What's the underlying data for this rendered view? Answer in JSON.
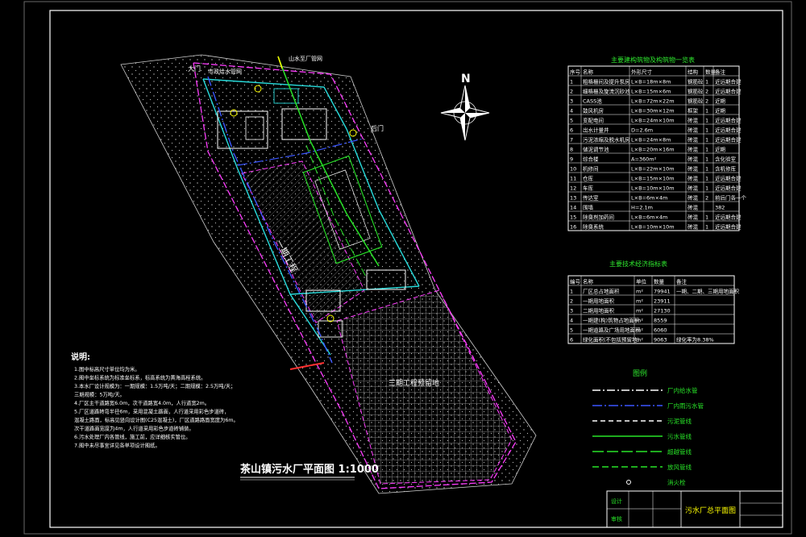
{
  "drawing": {
    "title": "茶山镇污水厂平面图 1:1000",
    "north_label": "N",
    "site_labels": {
      "gate_main": "大门",
      "gate_back": "后门",
      "inlet": "山水至厂管网",
      "municipal": "市政给水管网",
      "phase1": "一期工程",
      "phase3": "三期工程预留地"
    }
  },
  "structures_table": {
    "title": "主要建构筑物及构筑物一览表",
    "headers": [
      "序号",
      "名称",
      "外形尺寸",
      "结构",
      "数量",
      "备注"
    ],
    "rows": [
      [
        "1",
        "粗格栅间及提升泵房",
        "L×B=18m×8m",
        "钢筋砼",
        "1",
        "近远期合建"
      ],
      [
        "2",
        "细格栅及旋流沉砂池",
        "L×B=15m×6m",
        "钢筋砼",
        "2",
        "近远期合建"
      ],
      [
        "3",
        "CASS池",
        "L×B=72m×22m",
        "钢筋砼",
        "2",
        "近期"
      ],
      [
        "4",
        "鼓风机房",
        "L×B=30m×12m",
        "框架",
        "1",
        "近期"
      ],
      [
        "5",
        "变配电间",
        "L×B=24m×10m",
        "砖混",
        "1",
        "近远期合建"
      ],
      [
        "6",
        "出水计量井",
        "D=2.6m",
        "砖混",
        "1",
        "近远期合建"
      ],
      [
        "7",
        "污泥浓缩及脱水机房",
        "L×B=24m×8m",
        "砖混",
        "1",
        "近远期合建"
      ],
      [
        "8",
        "储泥调节池",
        "L×B=20m×16m",
        "砖混",
        "1",
        "近期"
      ],
      [
        "9",
        "综合楼",
        "A=360m²",
        "砖混",
        "1",
        "含化验室"
      ],
      [
        "10",
        "机修间",
        "L×B=22m×10m",
        "砖混",
        "1",
        "含机修库"
      ],
      [
        "11",
        "仓库",
        "L×B=15m×10m",
        "砖混",
        "1",
        "近远期合建"
      ],
      [
        "12",
        "车库",
        "L×B=10m×10m",
        "砖混",
        "1",
        "近远期合建"
      ],
      [
        "13",
        "传达室",
        "L×B=6m×4m",
        "砖混",
        "2",
        "前后门各一个"
      ],
      [
        "14",
        "围墙",
        "H=2.1m",
        "砖混",
        "",
        "382"
      ],
      [
        "15",
        "除臭剂加药间",
        "L×B=6m×4m",
        "砖混",
        "1",
        "近远期合建"
      ],
      [
        "16",
        "除臭系统",
        "L×B=10m×10m",
        "砖混",
        "1",
        "近远期合建"
      ]
    ]
  },
  "indicators_table": {
    "title": "主要技术经济指标表",
    "headers": [
      "编号",
      "名称",
      "单位",
      "数量",
      "备注"
    ],
    "rows": [
      [
        "1",
        "厂区总占地面积",
        "m²",
        "79941",
        "一期、二期、三期用地面积"
      ],
      [
        "2",
        "一期用地面积",
        "m²",
        "23911",
        ""
      ],
      [
        "3",
        "二期用地面积",
        "m²",
        "27130",
        ""
      ],
      [
        "4",
        "一期建(构)筑物占地面积",
        "m²",
        "8559",
        ""
      ],
      [
        "5",
        "一期道路及广场用地面积",
        "m²",
        "6060",
        ""
      ],
      [
        "6",
        "绿化面积(不包括预留地)",
        "m²",
        "9063",
        "绿化率为8.38%"
      ]
    ]
  },
  "legend": {
    "title": "图例",
    "items": [
      {
        "label": "厂内给水管",
        "color": "#ffffff",
        "dash": "10,3,2,3"
      },
      {
        "label": "厂内雨污水管",
        "color": "#3a56ff",
        "dash": "12,3,2,3"
      },
      {
        "label": "污泥管线",
        "color": "#ffffff",
        "dash": "6,4"
      },
      {
        "label": "污水管线",
        "color": "#28e428",
        "dash": "none"
      },
      {
        "label": "超越管线",
        "color": "#28e428",
        "dash": "14,4"
      },
      {
        "label": "放风管线",
        "color": "#28e428",
        "dash": "8,4,8,4"
      },
      {
        "label": "消火栓",
        "color": "#ffffff",
        "dash": "symbol"
      }
    ]
  },
  "notes": {
    "title": "说明:",
    "lines": [
      "1.图中标高尺寸单位均为米。",
      "2.图中坐标系统为标准坐标系，标高系统为黄海高程系统。",
      "3.本水厂设计规模为：一期规模：1.5万吨/天；二期规模：2.5万吨/天；",
      "   三期规模：5万吨/天。",
      "4.厂区主干道路宽6.0m，次干道路宽4.0m，人行道宽2m。",
      "5.厂区道路转弯半径6m，采用混凝土路面，人行道采用彩色步道砖，",
      "   混凝土路面，标高见竖向设计图(C25混凝土)，厂区道路路面宽度为6m。",
      "   次干道路面宽度为4m，人行道采用彩色步道砖铺装。",
      "6.污水处理厂内各管线，施工前，应详细核实管位。",
      "7.图中未尽事宜详见各单项设计图纸。"
    ]
  },
  "title_block": {
    "drawing_name": "污水厂总平面图",
    "rows": [
      "设计",
      "审核"
    ]
  },
  "colors": {
    "frame": "#ffffff",
    "table": "#ffffff",
    "table_title": "#2ee82e",
    "boundary": "#ff3cff",
    "site": "#c8c8c8",
    "water": "#3a56ff",
    "sewage": "#28e428",
    "cyan": "#27dcdc",
    "yellow": "#ffff00",
    "red": "#ff3030"
  }
}
